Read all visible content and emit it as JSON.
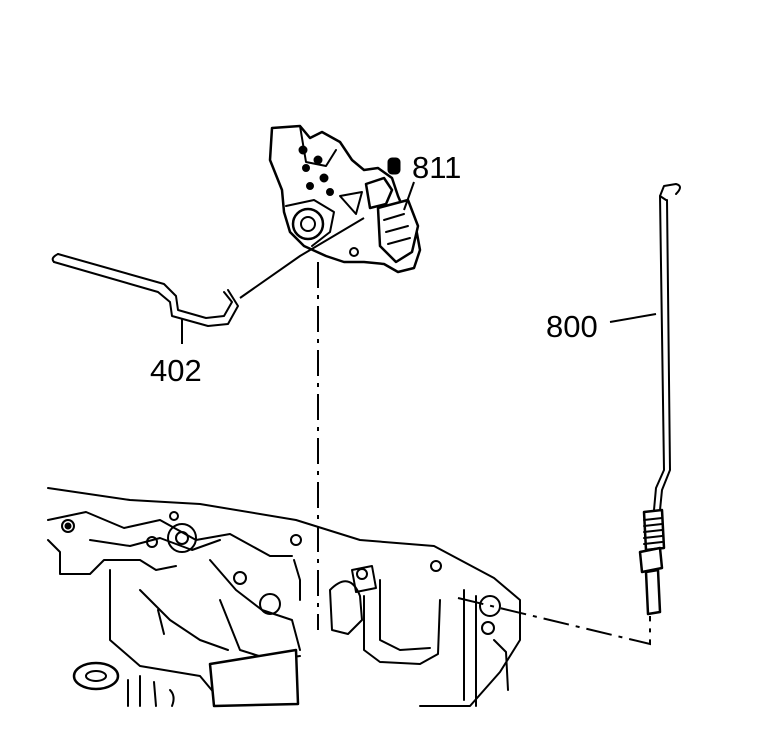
{
  "callouts": {
    "shift_lever": "811",
    "rod_402": "402",
    "rod_800": "800"
  },
  "colors": {
    "ink": "#000000",
    "paper": "#ffffff"
  }
}
